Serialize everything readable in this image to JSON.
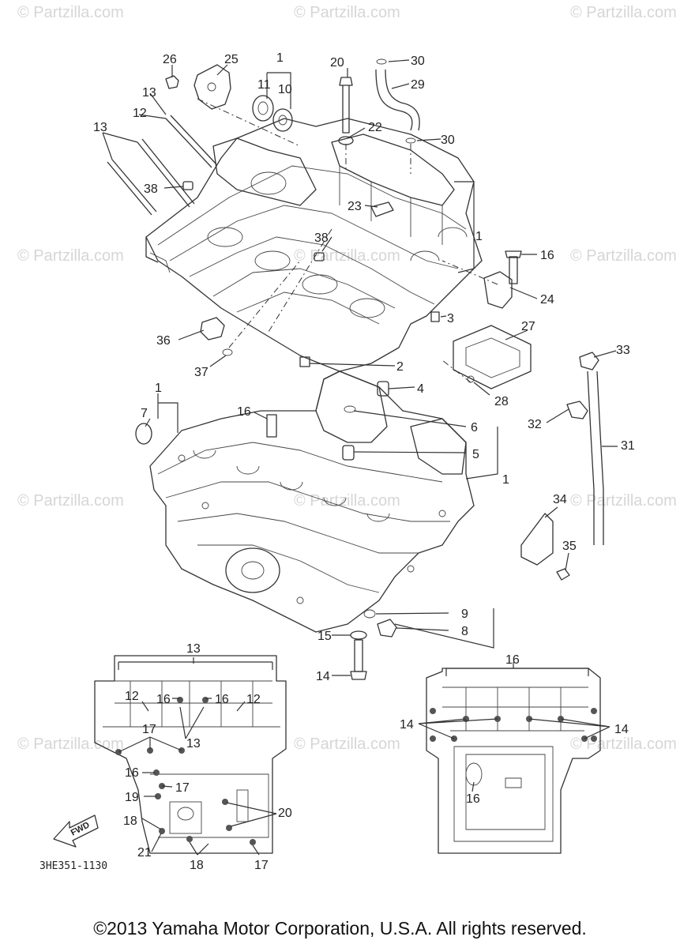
{
  "watermark": "© Partzilla.com",
  "diagram_code": "3HE351-1130",
  "fwd_label": "FWD",
  "copyright": "©2013 Yamaha Motor Corporation, U.S.A. All rights reserved.",
  "callouts": {
    "c26": "26",
    "c25": "25",
    "c1_top": "1",
    "c11": "11",
    "c10": "10",
    "c20_top": "20",
    "c30_a": "30",
    "c29": "29",
    "c30_b": "30",
    "c22": "22",
    "c13_a": "13",
    "c12_a": "12",
    "c13_b": "13",
    "c38_a": "38",
    "c23": "23",
    "c1_right": "1",
    "c38_b": "38",
    "c16_a": "16",
    "c24": "24",
    "c3": "3",
    "c27": "27",
    "c36": "36",
    "c33": "33",
    "c2": "2",
    "c37": "37",
    "c4": "4",
    "c28": "28",
    "c1_lower": "1",
    "c16_b": "16",
    "c7": "7",
    "c6": "6",
    "c32": "32",
    "c5": "5",
    "c31": "31",
    "c1_mid": "1",
    "c34": "34",
    "c35": "35",
    "c9": "9",
    "c15": "15",
    "c8": "8",
    "c14_a": "14",
    "c13_c": "13",
    "c16_c": "16",
    "c12_b": "12",
    "c16_d": "16",
    "c16_e": "16",
    "c12_c": "12",
    "c14_b": "14",
    "c14_c": "14",
    "c17_a": "17",
    "c13_d": "13",
    "c16_f": "16",
    "c17_b": "17",
    "c19": "19",
    "c18_a": "18",
    "c20_b": "20",
    "c16_g": "16",
    "c21": "21",
    "c18_b": "18",
    "c17_c": "17"
  }
}
